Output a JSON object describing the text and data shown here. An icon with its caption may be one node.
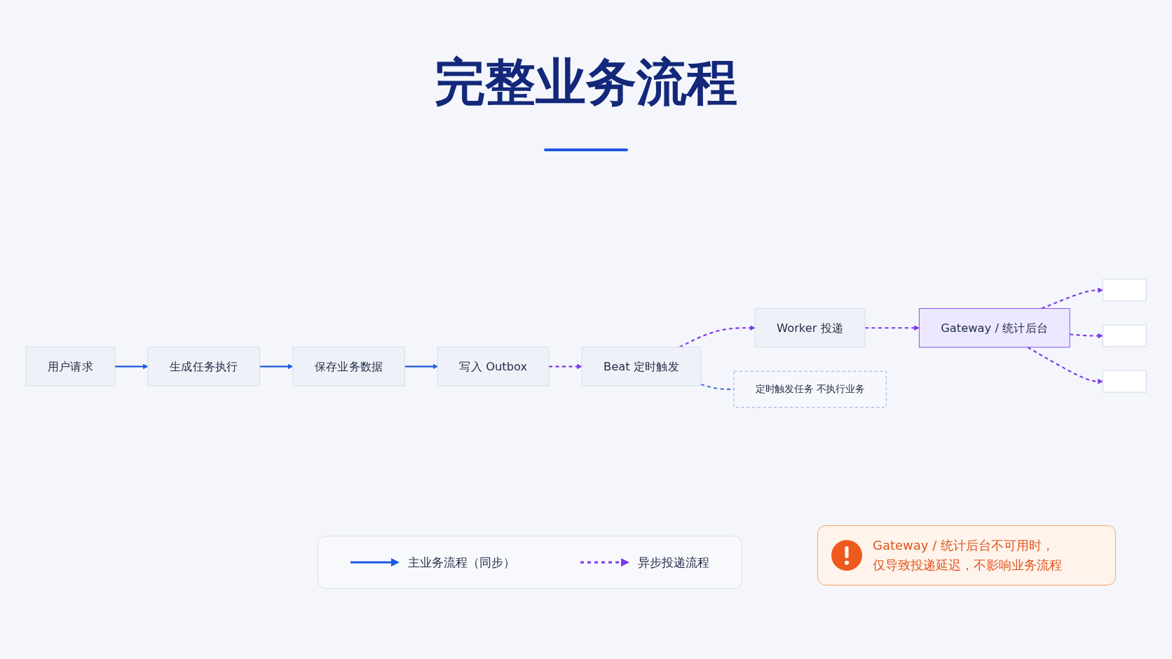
{
  "diagram": {
    "title": "完整业务流程",
    "nodes": [
      {
        "text": [
          "用户请求"
        ]
      },
      {
        "text": [
          "生成任务执行"
        ]
      },
      {
        "text": [
          "保存业务数据"
        ]
      },
      {
        "text": [
          "写入 Outbox"
        ]
      },
      {
        "text": [
          "Beat 定时触发"
        ]
      },
      {
        "text": [
          "Worker 投递"
        ]
      },
      {
        "text": [
          "Gateway / 统计后台"
        ]
      },
      {
        "text": [],
        "shape": "box"
      },
      {
        "text": [],
        "shape": "box"
      },
      {
        "text": [],
        "shape": "box"
      },
      {
        "text": [
          "定时触发任务 不执行业务"
        ]
      }
    ],
    "edges": [
      {
        "from": 0,
        "to": 1,
        "arrow": "to",
        "color": "#1d5ae0"
      },
      {
        "from": 1,
        "to": 2,
        "arrow": "to",
        "color": "#1d5ae0"
      },
      {
        "from": 2,
        "to": 3,
        "arrow": "to",
        "color": "#1d5ae0"
      },
      {
        "from": 3,
        "to": 4,
        "arrow": "to",
        "style": "dashed"
      },
      {
        "from": 4,
        "to": 5,
        "arrow": "to",
        "style": "dashed"
      },
      {
        "from": 5,
        "to": 6,
        "arrow": "to",
        "style": "dashed"
      },
      {
        "from": 6,
        "to": 7,
        "arrow": "to",
        "style": "dashed"
      },
      {
        "from": 6,
        "to": 8,
        "arrow": "to",
        "style": "dashed"
      },
      {
        "from": 6,
        "to": 9,
        "arrow": "to",
        "style": "dashed"
      },
      {
        "from": 4,
        "to": 10,
        "arrow": "none",
        "style": "dashed",
        "color": "#4a6fd8"
      }
    ],
    "labels": [
      "Gateway / 统计后台不可用时，仅导致投递延迟，不影响业务流程"
    ],
    "legend": [
      {
        "text": "主业务流程（同步）"
      },
      {
        "text": "异步投递流程"
      }
    ]
  }
}
